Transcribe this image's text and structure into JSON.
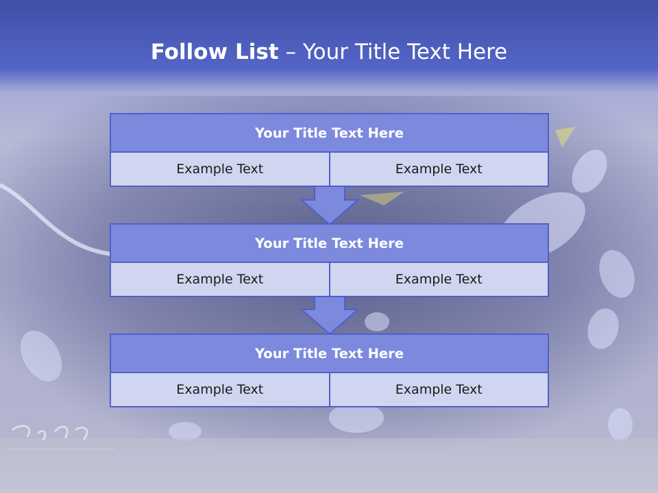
{
  "slide": {
    "title_bold": "Follow List",
    "title_rest": " – Your Title Text Here"
  },
  "stages": [
    {
      "title": "Your Title Text Here",
      "left": "Example Text",
      "right": "Example Text"
    },
    {
      "title": "Your Title Text Here",
      "left": "Example Text",
      "right": "Example Text"
    },
    {
      "title": "Your Title Text Here",
      "left": "Example Text",
      "right": "Example Text"
    }
  ],
  "colors": {
    "header_blue": "#5565c6",
    "box_title_fill": "#7d89dd",
    "box_cell_fill": "#d0d5f0",
    "box_border": "#5060c8",
    "arrow_fill": "#7d89dd"
  }
}
